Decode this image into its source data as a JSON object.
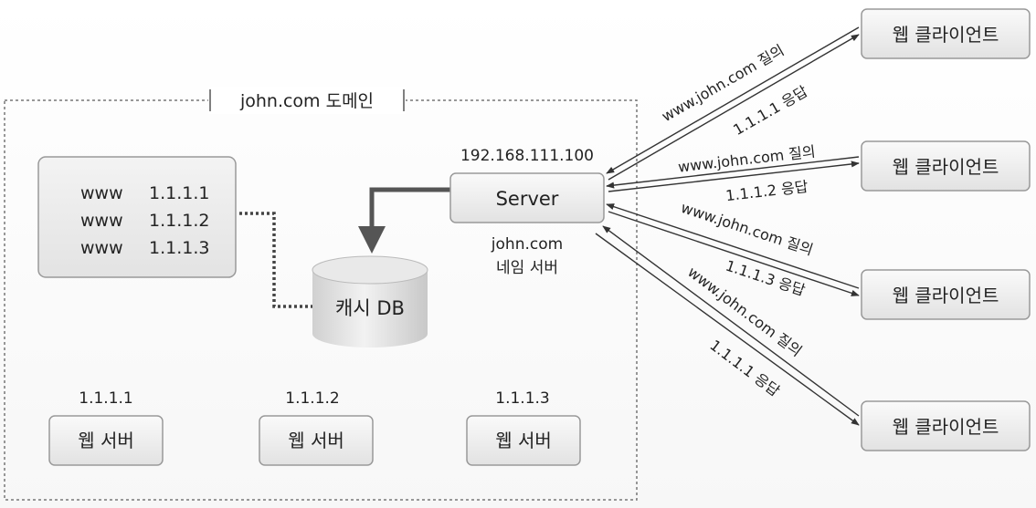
{
  "domain_box": {
    "title": "john.com 도메인"
  },
  "records": [
    {
      "host": "www",
      "ip": "1.1.1.1"
    },
    {
      "host": "www",
      "ip": "1.1.1.2"
    },
    {
      "host": "www",
      "ip": "1.1.1.3"
    }
  ],
  "cache_db": {
    "label": "캐시 DB"
  },
  "server": {
    "ip": "192.168.111.100",
    "label": "Server",
    "caption_line1": "john.com",
    "caption_line2": "네임 서버"
  },
  "web_servers": [
    {
      "ip": "1.1.1.1",
      "label": "웹 서버"
    },
    {
      "ip": "1.1.1.2",
      "label": "웹 서버"
    },
    {
      "ip": "1.1.1.3",
      "label": "웹 서버"
    }
  ],
  "clients": [
    {
      "label": "웹 클라이언트",
      "query": "www.john.com 질의",
      "answer": "1.1.1.1 응답"
    },
    {
      "label": "웹 클라이언트",
      "query": "www.john.com 질의",
      "answer": "1.1.1.2 응답"
    },
    {
      "label": "웹 클라이언트",
      "query": "www.john.com 질의",
      "answer": "1.1.1.3 응답"
    },
    {
      "label": "웹 클라이언트",
      "query": "www.john.com 질의",
      "answer": "1.1.1.1 응답"
    }
  ]
}
